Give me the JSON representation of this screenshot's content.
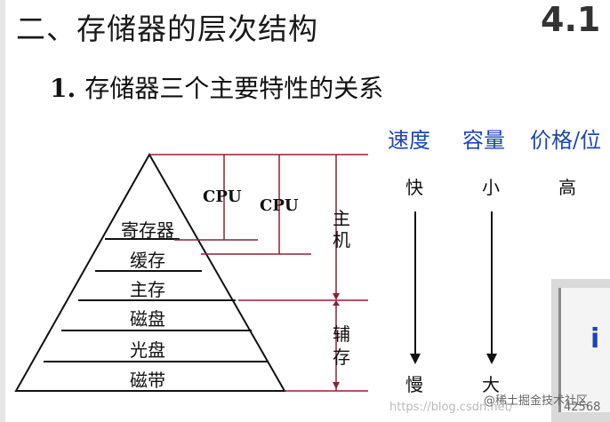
{
  "slide": {
    "title": "二、存储器的层次结构",
    "section_number": "4.1",
    "subtitle_number": "1.",
    "subtitle_text": "存储器三个主要特性的关系"
  },
  "pyramid": {
    "levels": [
      "寄存器",
      "缓存",
      "主存",
      "磁盘",
      "光盘",
      "磁带"
    ],
    "cpu_labels": [
      "CPU",
      "CPU"
    ],
    "host_label": [
      "主",
      "机"
    ],
    "aux_label": [
      "辅",
      "存"
    ]
  },
  "characteristics": {
    "headers": [
      "速度",
      "容量",
      "价格/位"
    ],
    "top_values": [
      "快",
      "小",
      "高"
    ],
    "bottom_values": [
      "慢",
      "大"
    ]
  },
  "colors": {
    "header_blue": "#1c46b4",
    "bracket_red": "#8b2332",
    "text": "#111111"
  },
  "watermark": {
    "url_text": "https://blog.csdn.net/",
    "community_text": "@稀土掘金技术社区",
    "number_text": "42568"
  }
}
